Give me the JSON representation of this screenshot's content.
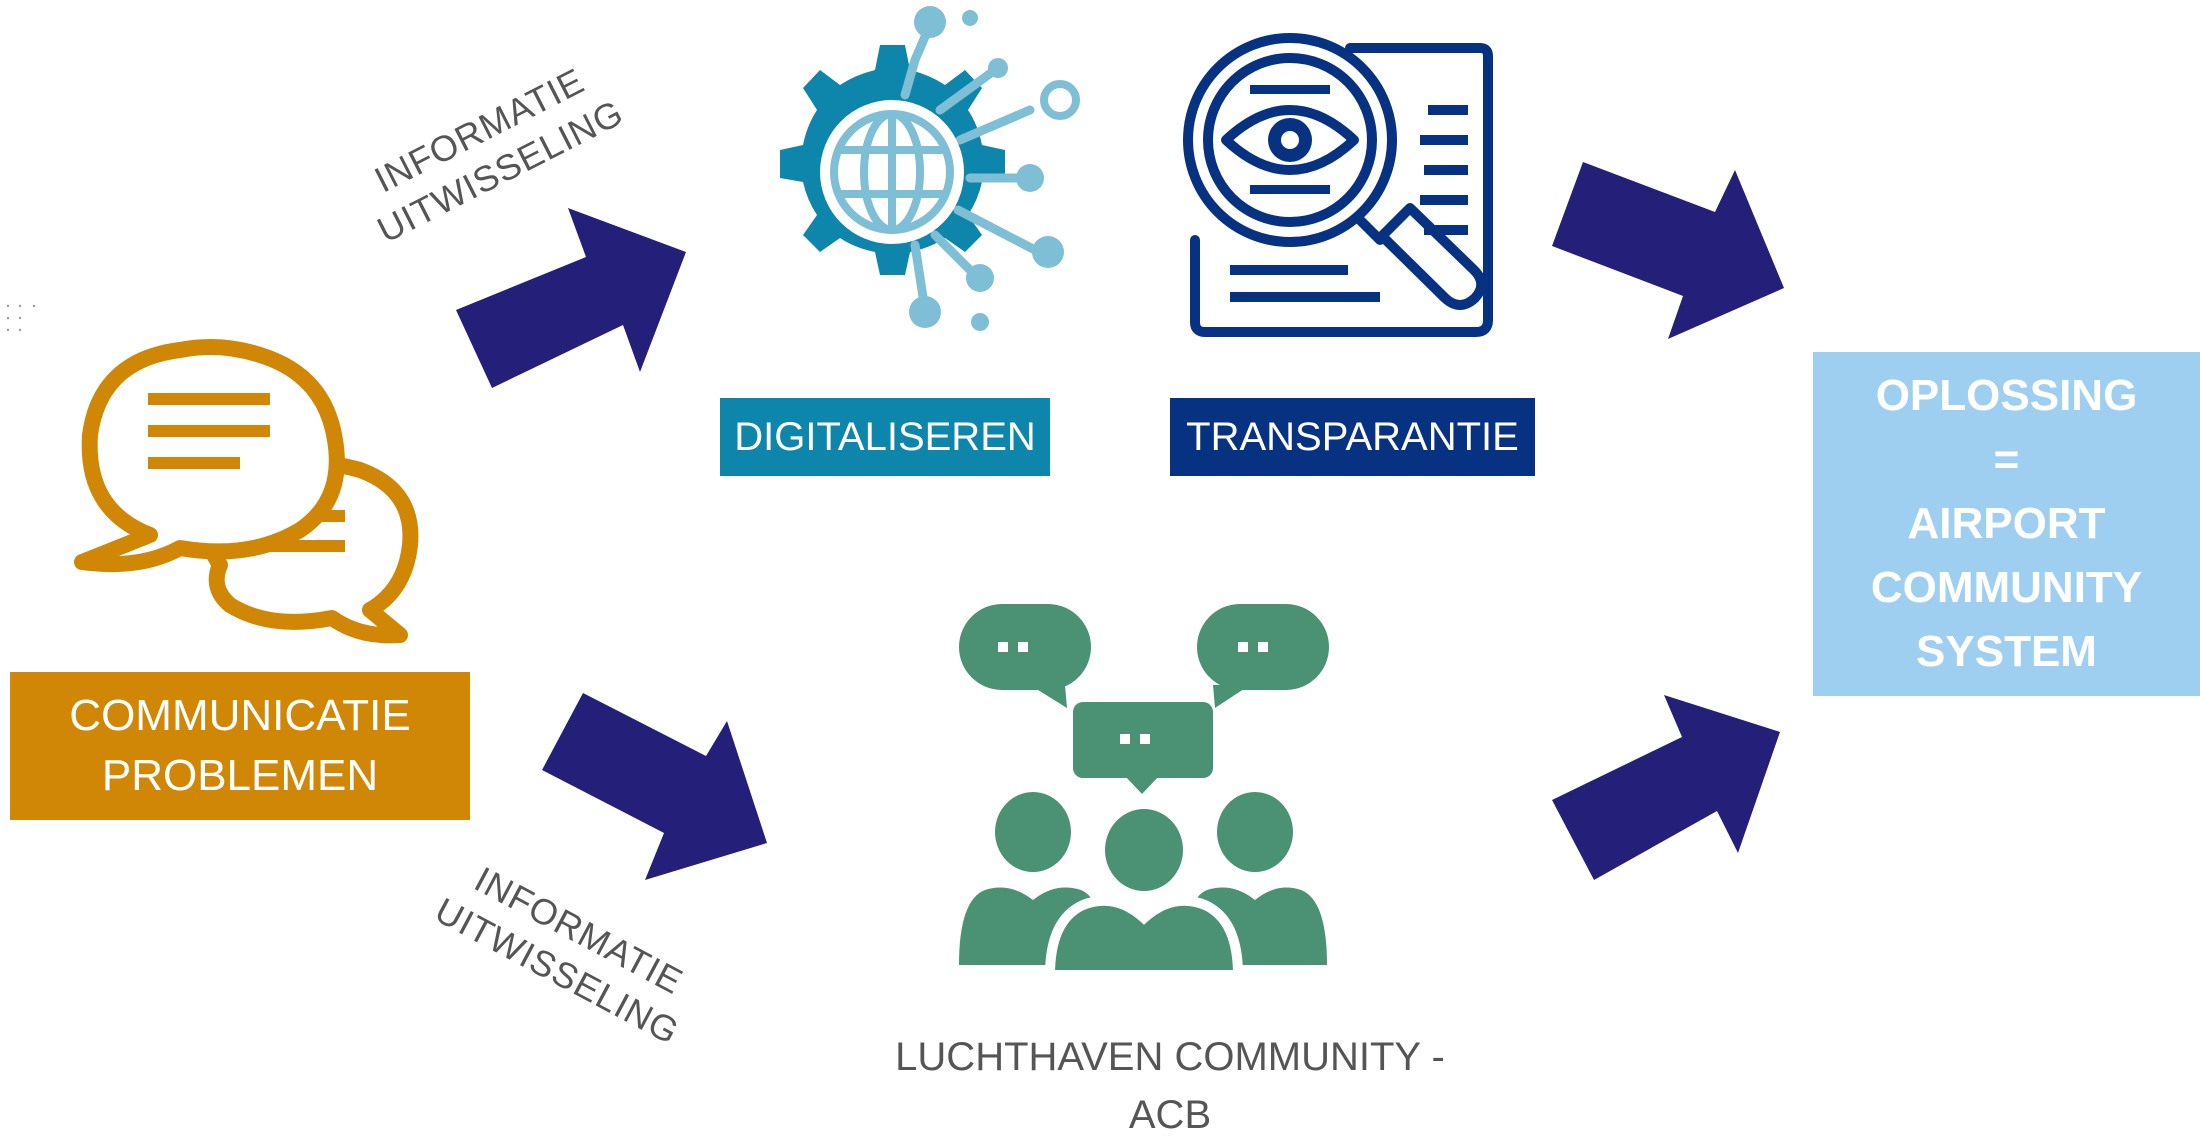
{
  "colors": {
    "orange": "#d08706",
    "teal": "#0e86ab",
    "navy": "#063281",
    "arrow": "#24207a",
    "green": "#4a9273",
    "light_blue": "#9fcff0",
    "gray_text": "#555555"
  },
  "labels": {
    "info_exchange_top": [
      "INFORMATIE",
      "UITWISSELING"
    ],
    "info_exchange_bottom": [
      "INFORMATIE",
      "UITWISSELING"
    ],
    "digitaliseren": "DIGITALISEREN",
    "transparantie": "TRANSPARANTIE",
    "communicatie": [
      "COMMUNICATIE",
      "PROBLEMEN"
    ],
    "community": [
      "LUCHTHAVEN COMMUNITY -",
      "ACB"
    ],
    "solution": [
      "OPLOSSING",
      "=",
      "AIRPORT",
      "COMMUNITY",
      "SYSTEM"
    ]
  },
  "icons": [
    "speech-bubbles-icon",
    "digital-gear-globe-icon",
    "magnifier-document-eye-icon",
    "community-people-chat-icon",
    "arrow-icon"
  ]
}
